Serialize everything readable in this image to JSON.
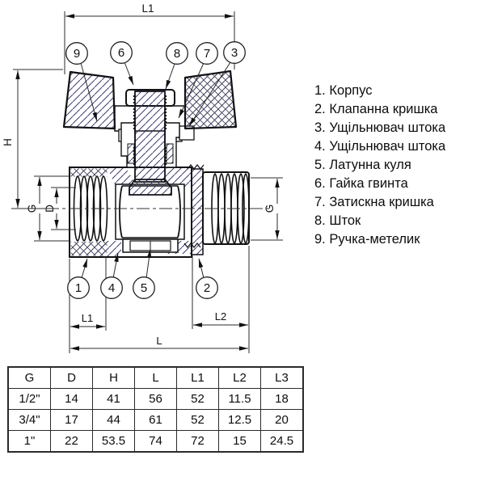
{
  "drawing": {
    "labels": {
      "l1_top": "L1",
      "h": "H",
      "g_left": "G",
      "d": "D",
      "g_right": "G",
      "l1_bottom": "L1",
      "l2_bottom": "L2",
      "l_bottom": "L"
    },
    "callouts": {
      "c9": "9",
      "c6": "6",
      "c8": "8",
      "c7": "7",
      "c3": "3",
      "c1": "1",
      "c4": "4",
      "c5": "5",
      "c2": "2"
    },
    "colors": {
      "line": "#111111",
      "dimension_line": "#2b2b2b",
      "hatch": "#3c3c78"
    }
  },
  "parts_list": {
    "items": [
      "1. Корпус",
      "2. Клапанна кришка",
      "3. Ущільнювач штока",
      "4. Ущільнювач штока",
      "5. Латунна куля",
      "6. Гайка гвинта",
      "7. Затискна кришка",
      "8. Шток",
      "9. Ручка-метелик"
    ]
  },
  "table": {
    "headers": [
      "G",
      "D",
      "H",
      "L",
      "L1",
      "L2",
      "L3"
    ],
    "rows": [
      [
        "1/2\"",
        "14",
        "41",
        "56",
        "52",
        "11.5",
        "18"
      ],
      [
        "3/4\"",
        "17",
        "44",
        "61",
        "52",
        "12.5",
        "20"
      ],
      [
        "1\"",
        "22",
        "53.5",
        "74",
        "72",
        "15",
        "24.5"
      ]
    ]
  }
}
